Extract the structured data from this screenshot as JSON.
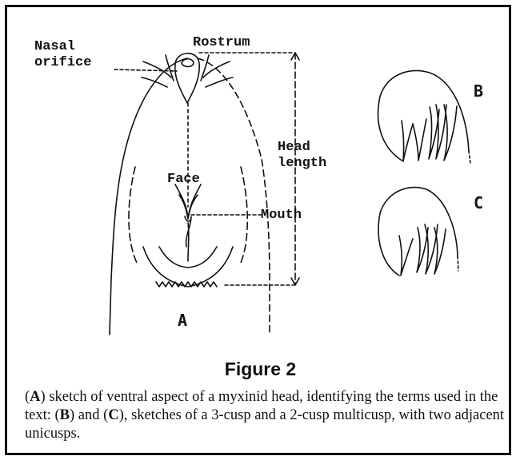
{
  "labels": {
    "nasal": "Nasal",
    "orifice": "orifice",
    "rostrum": "Rostrum",
    "head": "Head",
    "length": "length",
    "face": "Face",
    "mouth": "Mouth"
  },
  "panels": {
    "a": "A",
    "b": "B",
    "c": "C"
  },
  "figure_title": "Figure 2",
  "caption": {
    "p1": "(",
    "a": "A",
    "p2": ") sketch of ventral aspect of a myxinid head, identifying the terms used in the text: (",
    "b": "B",
    "p3": ") and (",
    "c": "C",
    "p4": "), sketches of a 3-cusp and a 2-cusp multicusp, with two adjacent unicusps."
  }
}
